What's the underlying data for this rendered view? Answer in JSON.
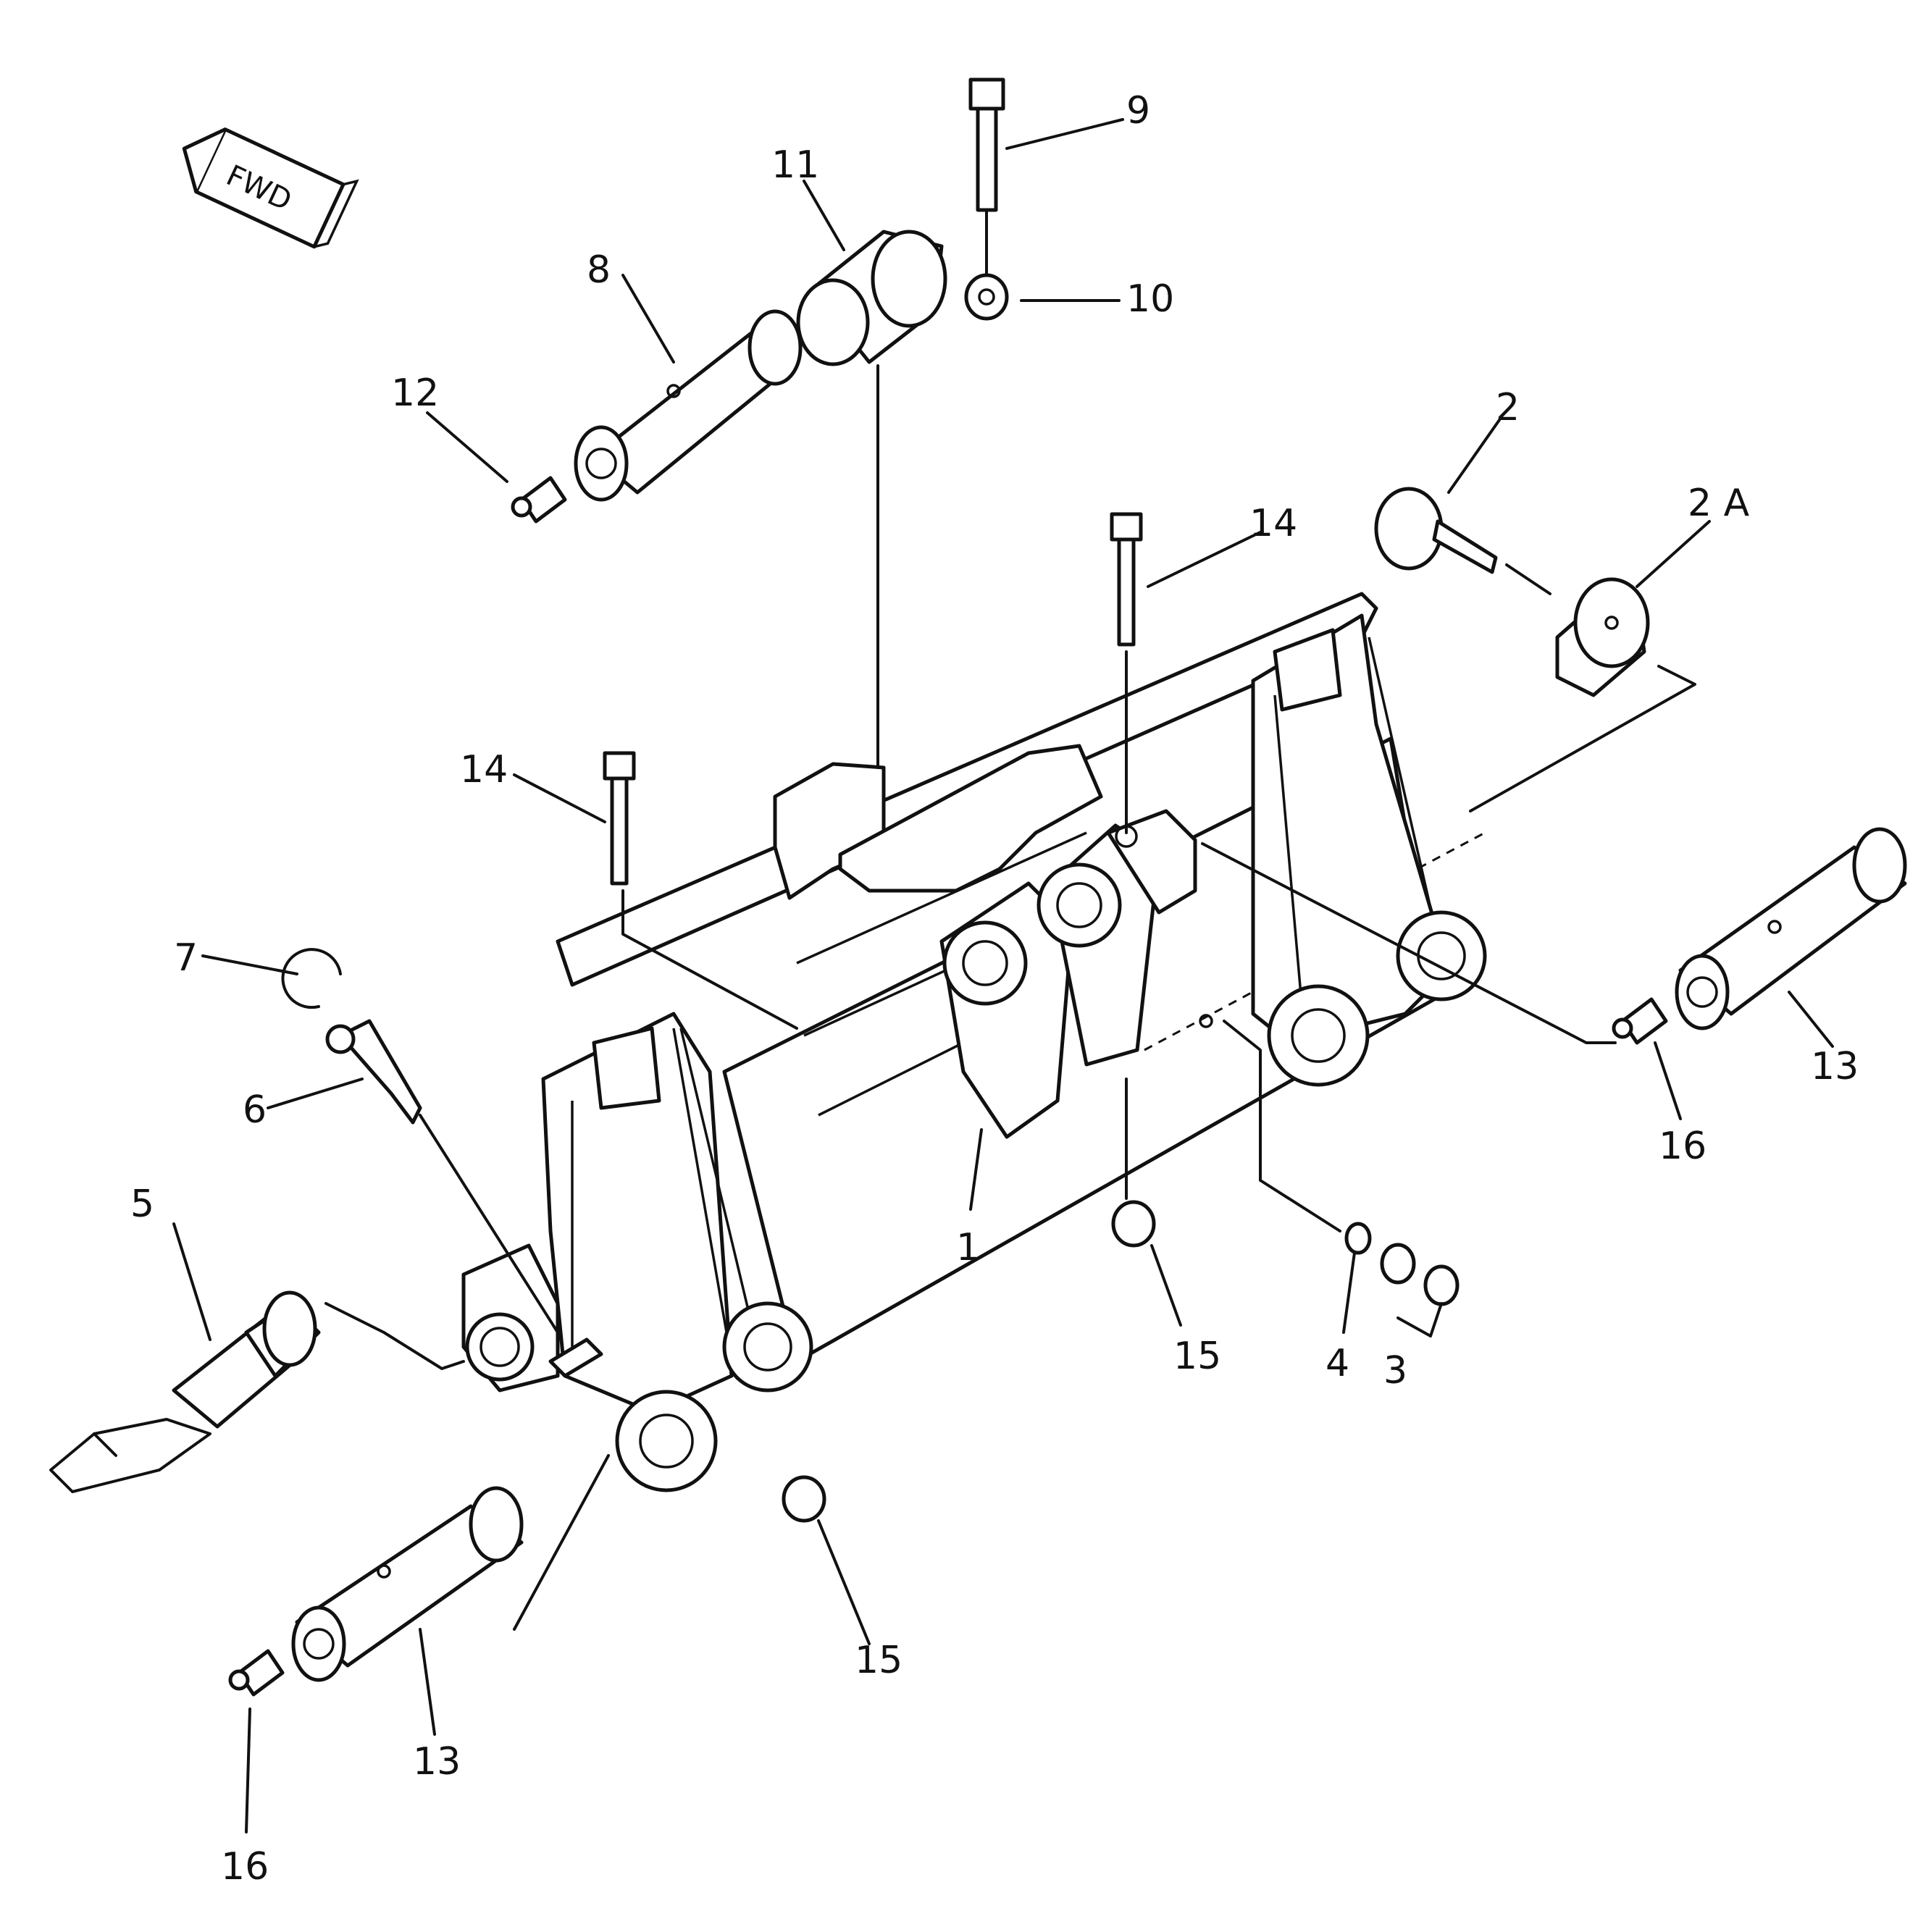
{
  "fwd_label": "FWD",
  "callouts": [
    "1",
    "2",
    "2 A",
    "3",
    "4",
    "5",
    "6",
    "7",
    "8",
    "9",
    "10",
    "11",
    "12",
    "13",
    "13",
    "14",
    "14",
    "15",
    "15",
    "16",
    "16"
  ]
}
